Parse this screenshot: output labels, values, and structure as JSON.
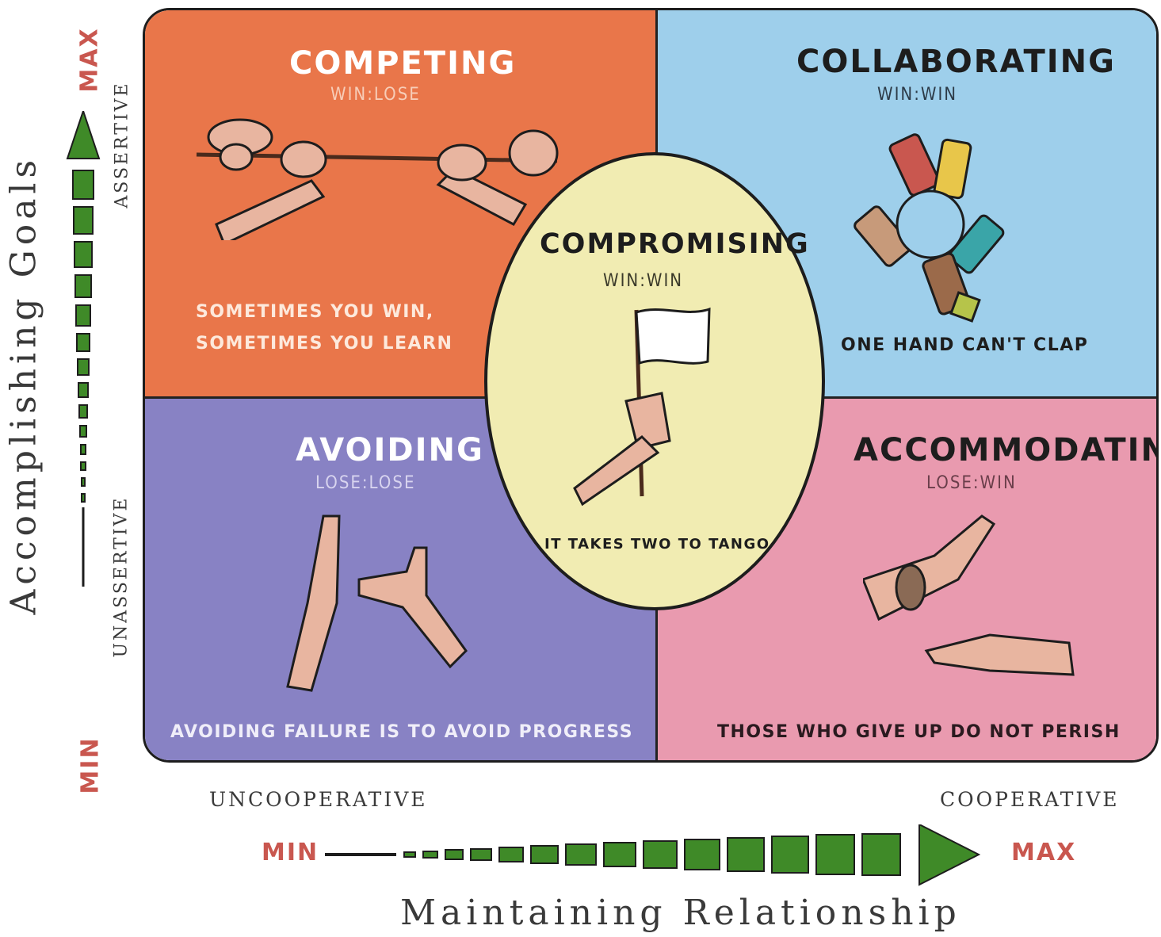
{
  "colors": {
    "competing": "#e9764a",
    "collaborating": "#9ecfeb",
    "avoiding": "#8882c4",
    "accommodating": "#e99aaf",
    "compromising": "#f1ecb2",
    "arrow_green": "#3f8a28",
    "minmax_red": "#c9574f",
    "skin": "#e8b5a0",
    "outline": "#1d1d1d"
  },
  "quadrants": {
    "competing": {
      "title": "COMPETING",
      "subtitle": "WIN:LOSE",
      "motto_line1": "SOMETIMES YOU WIN,",
      "motto_line2": "SOMETIMES YOU LEARN",
      "illustration": "tug-of-war-hands-icon"
    },
    "collaborating": {
      "title": "COLLABORATING",
      "subtitle": "WIN:WIN",
      "motto": "ONE HAND CAN'T CLAP",
      "illustration": "circle-of-hands-icon"
    },
    "avoiding": {
      "title": "AVOIDING",
      "subtitle": "LOSE:LOSE",
      "motto": "AVOIDING FAILURE IS TO AVOID PROGRESS",
      "illustration": "avoiding-hands-icon"
    },
    "accommodating": {
      "title": "ACCOMMODATING",
      "subtitle": "LOSE:WIN",
      "motto": "THOSE WHO GIVE UP DO NOT PERISH",
      "illustration": "bound-wrist-pointing-hand-icon"
    }
  },
  "center": {
    "title": "COMPROMISING",
    "subtitle": "WIN:WIN",
    "motto": "IT TAKES TWO TO TANGO",
    "illustration": "white-flag-hand-icon"
  },
  "y_axis": {
    "title": "Accomplishing Goals",
    "min": "MIN",
    "max": "MAX",
    "low_label": "UNASSERTIVE",
    "high_label": "ASSERTIVE"
  },
  "x_axis": {
    "title": "Maintaining Relationship",
    "min": "MIN",
    "max": "MAX",
    "low_label": "UNCOOPERATIVE",
    "high_label": "COOPERATIVE"
  }
}
